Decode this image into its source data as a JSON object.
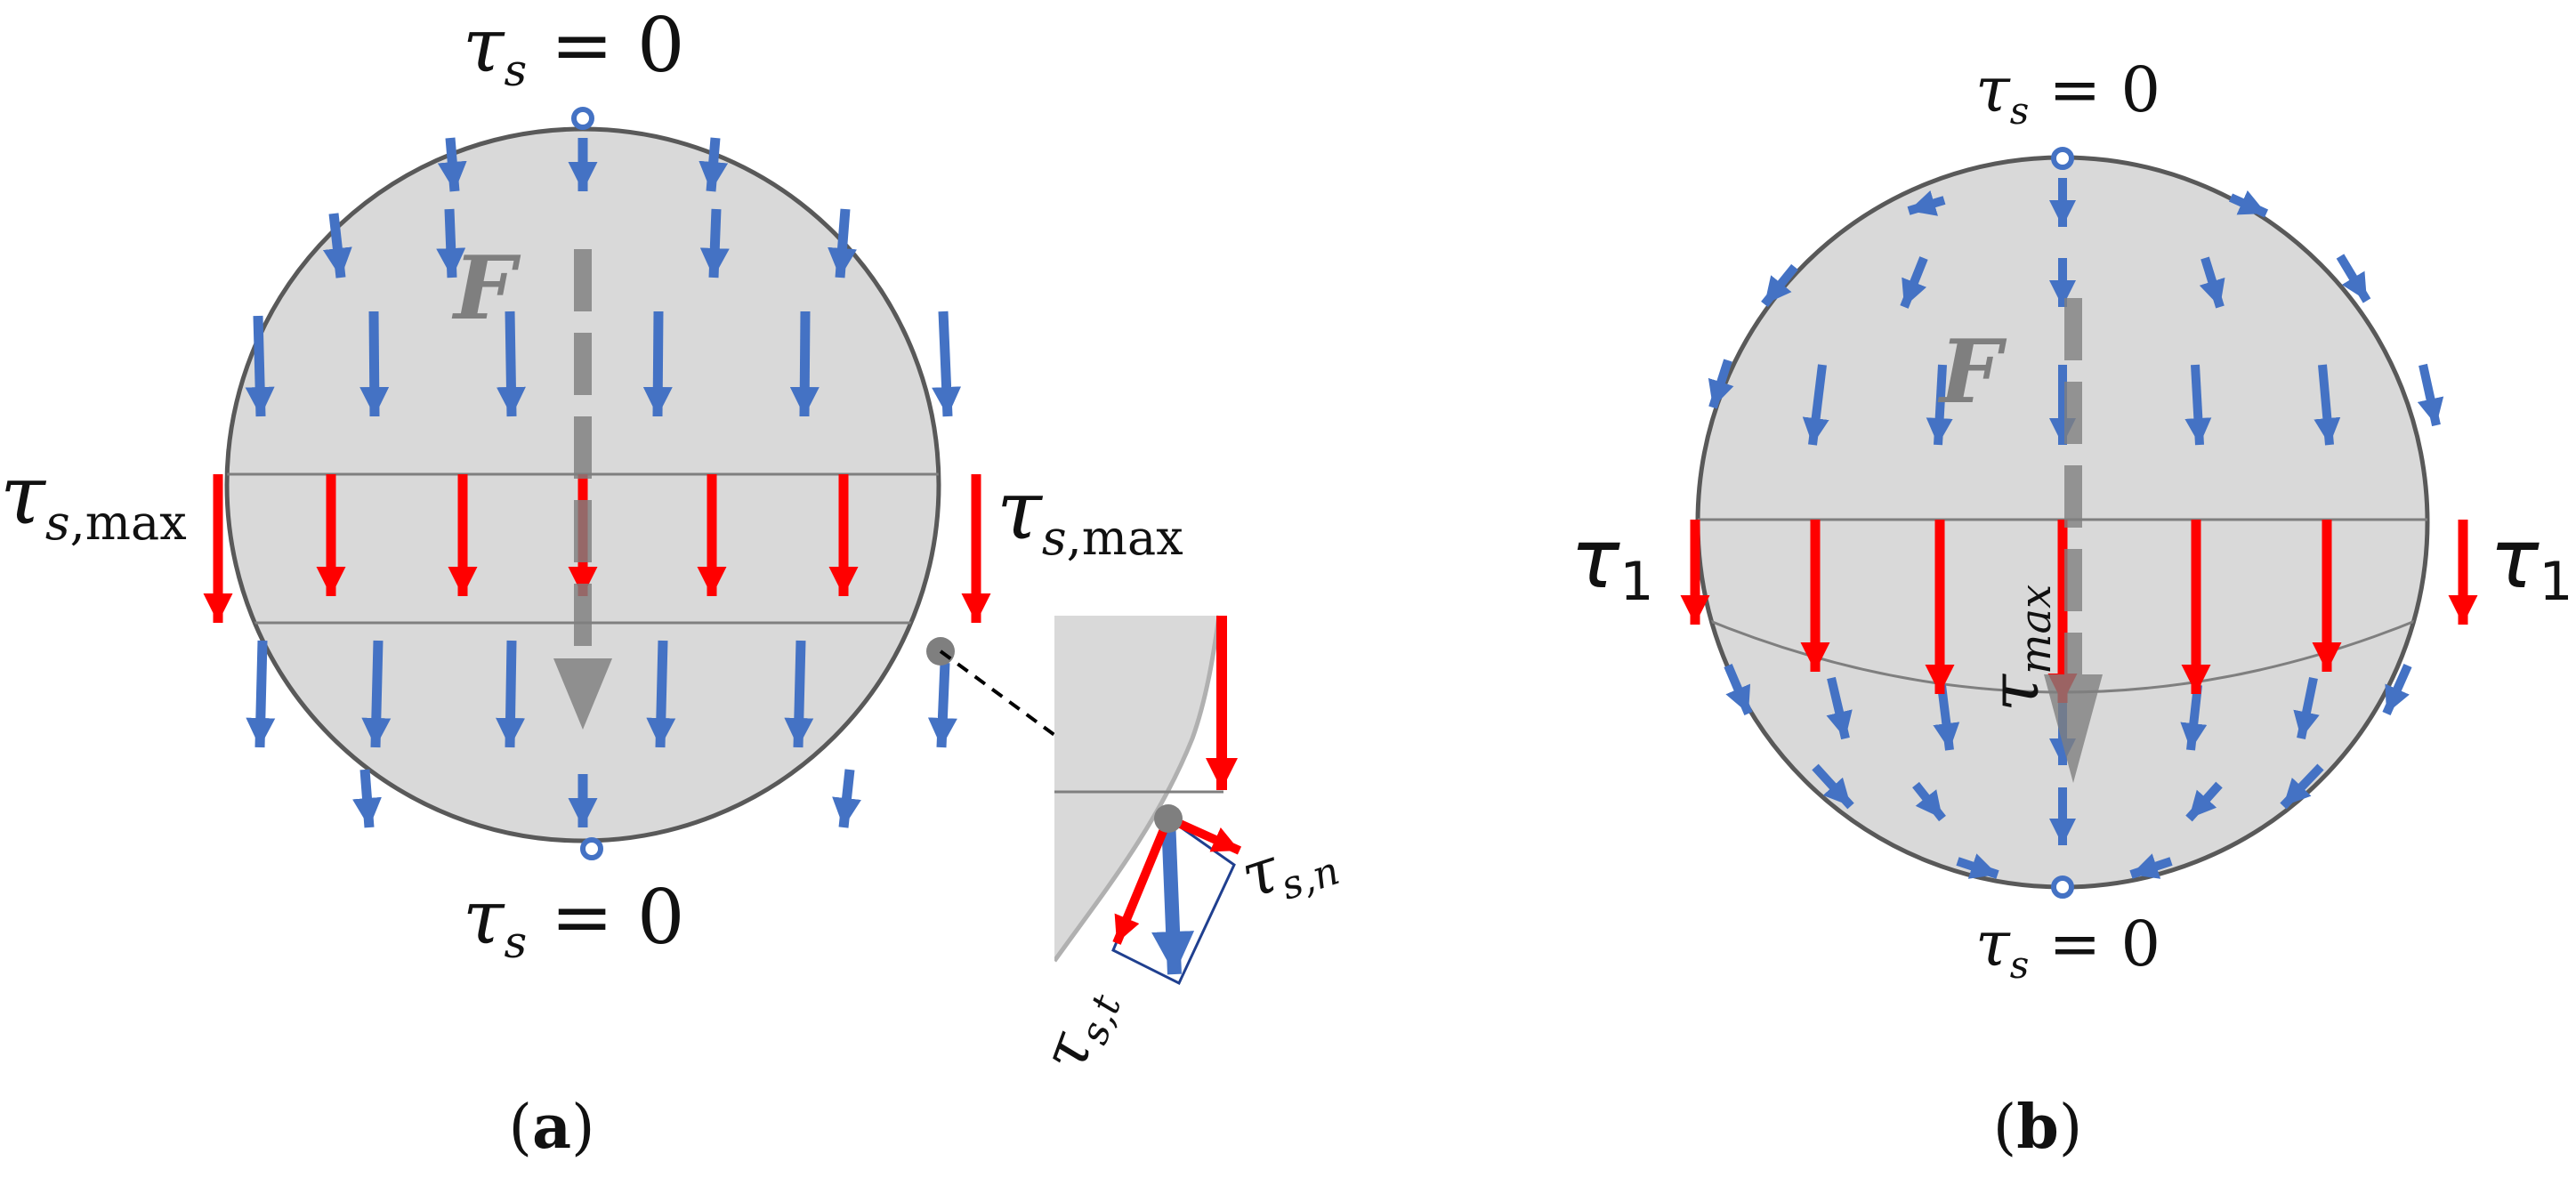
{
  "colors": {
    "disc_fill": "#d9d9d9",
    "outline": "#595959",
    "blue_arrow": "#4472c4",
    "red_arrow": "#ff0000",
    "force_arrow": "#7f7f7f",
    "point_marker": "#7f7f7f",
    "inset_outline": "#1f3f8f"
  },
  "panel_a": {
    "caption_open": "(",
    "caption_letter": "a",
    "caption_close": ")",
    "top_symbol": "τ",
    "top_sub": "s",
    "top_value": " = 0",
    "bottom_symbol": "τ",
    "bottom_sub": "s",
    "bottom_value": " = 0",
    "left_symbol": "τ",
    "left_sub": "s",
    "left_suffix": ",max",
    "right_symbol": "τ",
    "right_sub": "s",
    "right_suffix": ",max",
    "force_label": "F",
    "inset_normal_label": "τ",
    "inset_normal_sub": "s,n",
    "inset_tangent_label": "τ",
    "inset_tangent_sub": "s,t"
  },
  "panel_b": {
    "caption_open": "(",
    "caption_letter": "b",
    "caption_close": ")",
    "top_symbol": "τ",
    "top_sub": "s",
    "top_value": " = 0",
    "bottom_symbol": "τ",
    "bottom_sub": "s",
    "bottom_value": " = 0",
    "left_symbol": "τ",
    "left_sub": "1",
    "right_symbol": "τ",
    "right_sub": "1",
    "center_symbol": "τ",
    "center_sub": "max",
    "force_label": "F"
  }
}
